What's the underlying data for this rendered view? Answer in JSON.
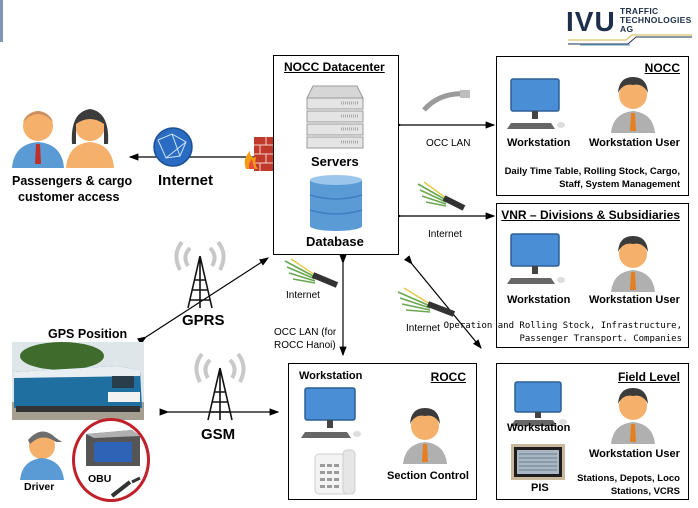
{
  "brand": {
    "name": "IVU",
    "subtitle_lines": [
      "TRAFFIC",
      "TECHNOLOGIES",
      "AG"
    ],
    "colors": {
      "navy": "#1d2f4a",
      "accent_yellow": "#d8c36a",
      "accent_blue": "#7fa7c9"
    }
  },
  "customers": {
    "label_line1": "Passengers & cargo",
    "label_line2": "customer access"
  },
  "internet_main": {
    "label": "Internet"
  },
  "datacenter": {
    "title": "NOCC Datacenter",
    "servers_label": "Servers",
    "database_label": "Database"
  },
  "nocc": {
    "title": "NOCC",
    "workstation_label": "Workstation",
    "user_label": "Workstation User",
    "desc_line1": "Daily Time Table, Rolling Stock, Cargo,",
    "desc_line2": "Staff, System Management"
  },
  "vnr": {
    "title": "VNR – Divisions & Subsidiaries",
    "workstation_label": "Workstation",
    "user_label": "Workstation User",
    "desc_line1": "Operation and Rolling Stock, Infrastructure,",
    "desc_line2": "Passenger Transport. Companies"
  },
  "rocc": {
    "title": "ROCC",
    "workstation_label": "Workstation",
    "section_label": "Section Control"
  },
  "field": {
    "title": "Field Level",
    "workstation_label": "Workstation",
    "pis_label": "PIS",
    "user_label": "Workstation User",
    "desc_line1": "Stations, Depots, Loco",
    "desc_line2": "Stations, VCRS"
  },
  "links": {
    "occ_lan": "OCC LAN",
    "internet_vnr": "Internet",
    "internet_center": "Internet",
    "internet_diag": "Internet",
    "occ_lan_rocc_line1": "OCC LAN (for",
    "occ_lan_rocc_line2": "ROCC Hanoi)",
    "gprs": "GPRS",
    "gsm": "GSM"
  },
  "train": {
    "gps_label": "GPS Position",
    "driver_label": "Driver",
    "obu_label": "OBU"
  }
}
